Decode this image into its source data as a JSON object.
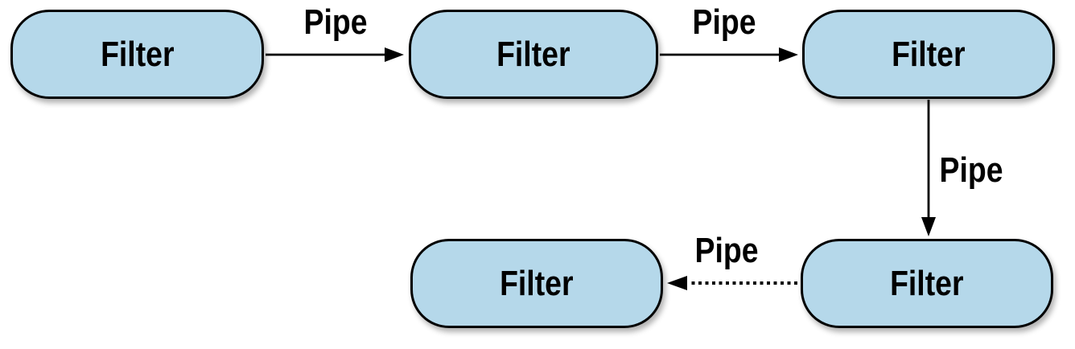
{
  "diagram": {
    "kind": "pipes-and-filters-flow",
    "colors": {
      "background": "#ffffff",
      "node_fill": "#b5d8ea",
      "node_border": "#000000",
      "arrow": "#000000",
      "label_text": "#000000"
    },
    "nodes": [
      {
        "id": "filter-1",
        "label": "Filter"
      },
      {
        "id": "filter-2",
        "label": "Filter"
      },
      {
        "id": "filter-3",
        "label": "Filter"
      },
      {
        "id": "filter-4",
        "label": "Filter"
      },
      {
        "id": "filter-5",
        "label": "Filter"
      }
    ],
    "edges": [
      {
        "id": "pipe-1",
        "label": "Pipe",
        "from": "filter-1",
        "to": "filter-2",
        "line": "solid",
        "direction": "right"
      },
      {
        "id": "pipe-2",
        "label": "Pipe",
        "from": "filter-2",
        "to": "filter-3",
        "line": "solid",
        "direction": "right"
      },
      {
        "id": "pipe-3",
        "label": "Pipe",
        "from": "filter-3",
        "to": "filter-4",
        "line": "solid",
        "direction": "down"
      },
      {
        "id": "pipe-4",
        "label": "Pipe",
        "from": "filter-4",
        "to": "filter-5",
        "line": "dotted",
        "direction": "left"
      }
    ]
  }
}
